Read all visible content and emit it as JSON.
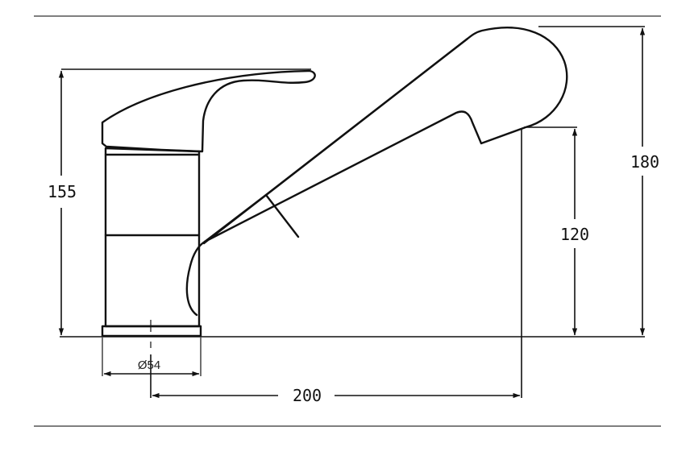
{
  "dimensions": {
    "overall_height": "180",
    "body_height": "155",
    "spout_height": "120",
    "spout_reach": "200",
    "base_diameter": "Ø54"
  }
}
